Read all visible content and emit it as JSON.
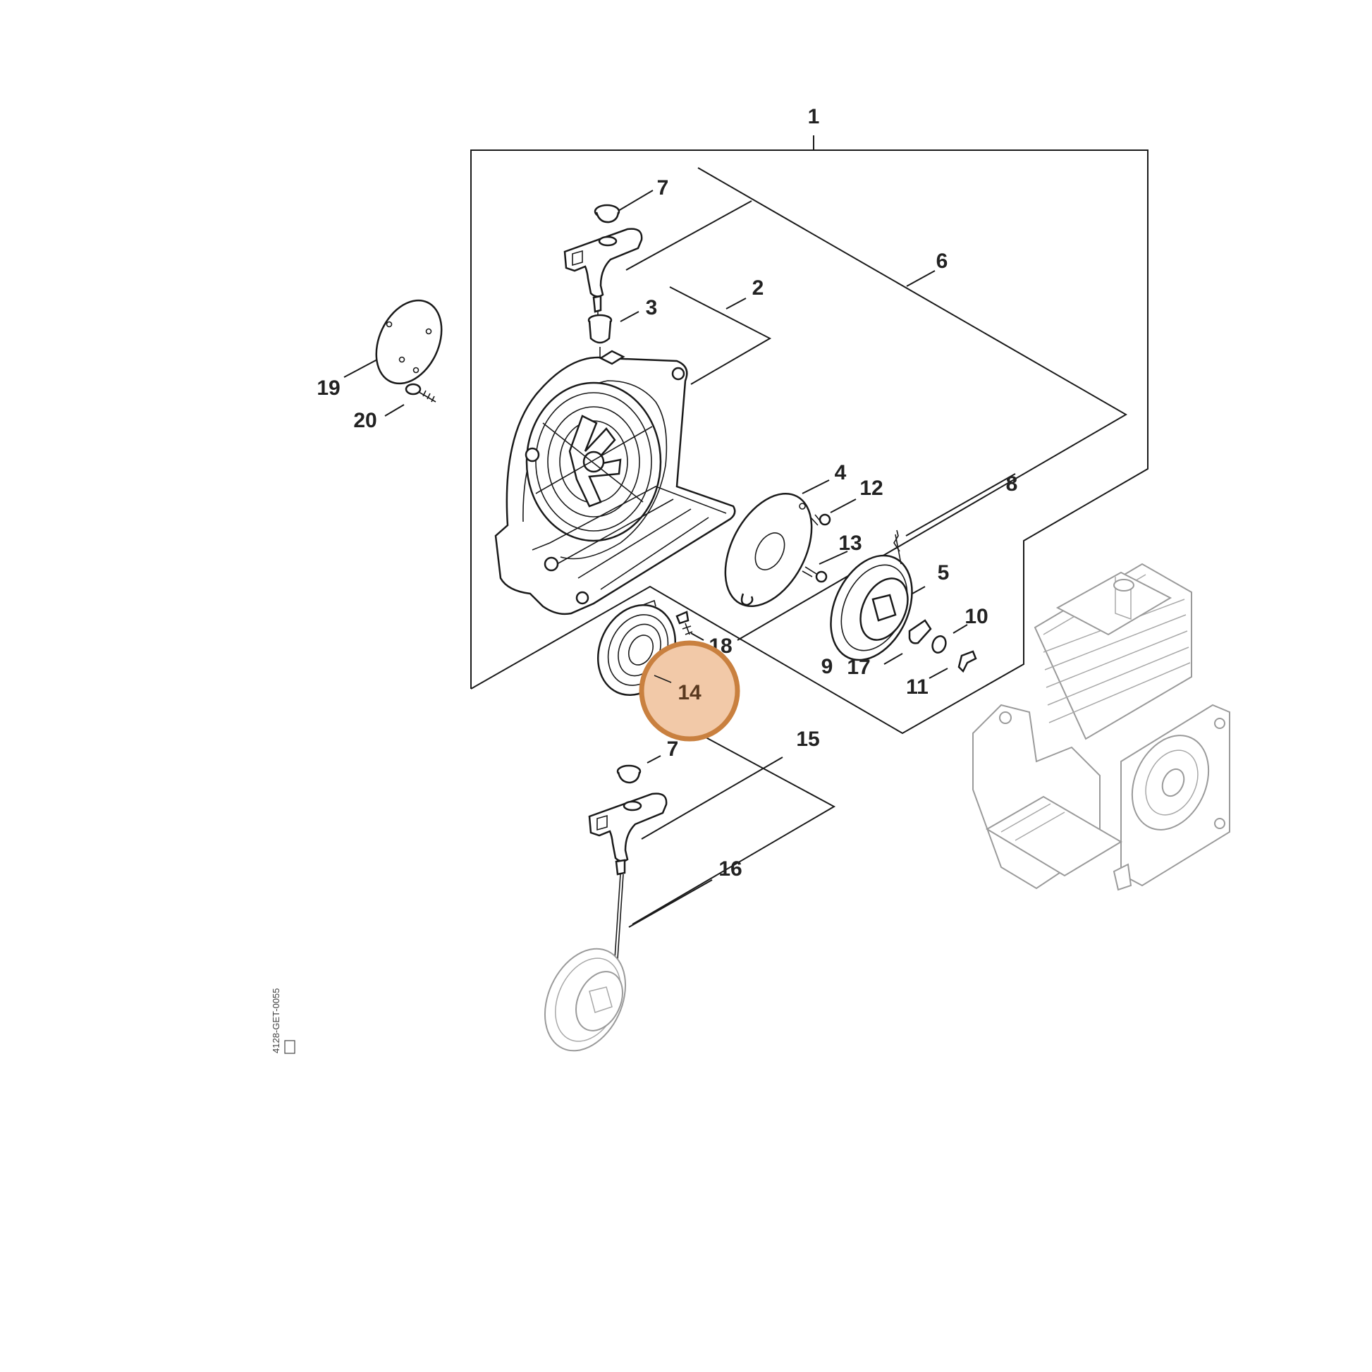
{
  "callouts": {
    "c1": "1",
    "c2": "2",
    "c3": "3",
    "c4": "4",
    "c5": "5",
    "c6": "6",
    "c7_top": "7",
    "c7_bottom": "7",
    "c8": "8",
    "c9": "9",
    "c10": "10",
    "c11": "11",
    "c12": "12",
    "c13": "13",
    "c14": "14",
    "c15": "15",
    "c16": "16",
    "c17": "17",
    "c18": "18",
    "c19": "19",
    "c20": "20"
  },
  "highlight": {
    "label": "14",
    "fill": "#f2c9a8",
    "stroke": "#c9803f",
    "text_color": "#5a3a20"
  },
  "drawing_code": "4128-GET-0055"
}
